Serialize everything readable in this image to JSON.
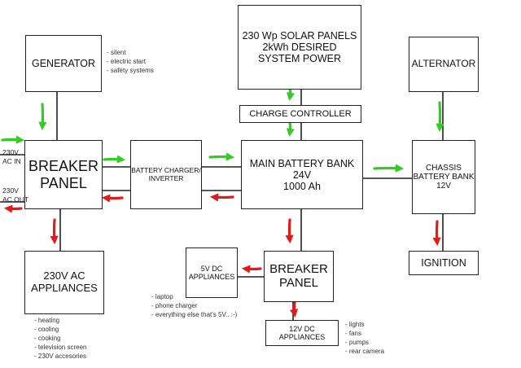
{
  "boxes": {
    "solar": "230 Wp SOLAR PANELS\n2kWh DESIRED\nSYSTEM POWER",
    "generator": "GENERATOR",
    "alternator": "ALTERNATOR",
    "charge_controller": "CHARGE CONTROLLER",
    "breaker_panel_ac": "BREAKER\nPANEL",
    "battery_charger": "BATTERY CHARGER/\nINVERTER",
    "main_battery": "MAIN BATTERY BANK\n24V\n1000 Ah",
    "chassis_battery": "CHASSIS\nBATTERY BANK\n12V",
    "ac_appliances": "230V AC\nAPPLIANCES",
    "dc5_appliances": "5V DC\nAPPLIANCES",
    "breaker_panel_dc": "BREAKER\nPANEL",
    "ignition": "IGNITION",
    "dc12_appliances": "12V DC\nAPPLIANCES"
  },
  "labels": {
    "ac_in": "230V\nAC IN",
    "ac_out": "230V\nAC OUT"
  },
  "notes": {
    "generator": [
      "- silent",
      "- electric start",
      "- safety systems"
    ],
    "ac_appliances": [
      "- heating",
      "- cooling",
      "- cooking",
      "- television screen",
      "- 230V accesories"
    ],
    "dc5_appliances": [
      "- laptop",
      "- phone charger",
      "- everything else that's 5V.. :-)"
    ],
    "dc12_appliances": [
      "- lights",
      "- fans",
      "- pumps",
      "- rear camera"
    ]
  },
  "colors": {
    "line": "#222222",
    "charge_arrow": "#33cc22",
    "discharge_arrow": "#e01b1b"
  }
}
